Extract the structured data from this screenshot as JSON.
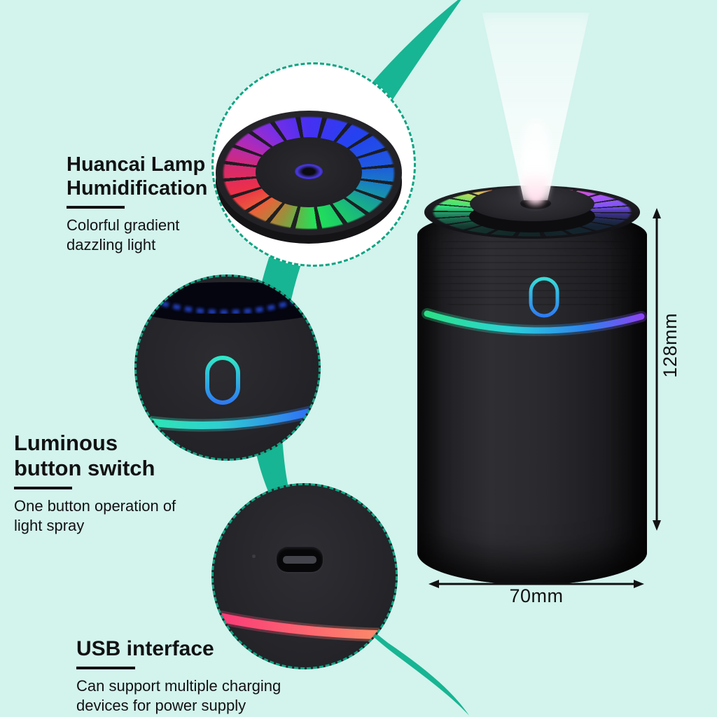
{
  "background": {
    "color": "#d3f3ed",
    "swoosh_color": "#17b593",
    "dashed_circle_color": "#0fa583"
  },
  "callouts": [
    {
      "title": "Huancai Lamp\nHumidification",
      "description": "Colorful gradient\ndazzling light"
    },
    {
      "title": "Luminous\nbutton switch",
      "description": "One button operation of\nlight spray"
    },
    {
      "title": "USB interface",
      "description": "Can support multiple charging\ndevices for power supply"
    }
  ],
  "dimensions": {
    "height_label": "128mm",
    "width_label": "70mm"
  },
  "colors": {
    "text": "#121212",
    "product_body": "#232327",
    "button_glow_top": "#38dcd8",
    "button_glow_bottom": "#2f7bf2",
    "body_light_band": [
      "#2be087",
      "#2bd3d8",
      "#2f80f0",
      "#8a45f2"
    ],
    "inset_button_band": [
      "#2fe8b0",
      "#2fd0d0",
      "#2f6af8"
    ],
    "usb_light_band": [
      "#fb3a78",
      "#fc9068"
    ],
    "rgb_ring_top_view": [
      "#ee3048",
      "#d42a6e",
      "#b42ab4",
      "#7c2ee4",
      "#4630f2",
      "#2442f0",
      "#1e58e0",
      "#1880c0",
      "#18a890",
      "#1cc86c",
      "#22e258",
      "#96923c",
      "#e8643a"
    ],
    "rgb_ring_main": [
      "#2fe89e",
      "#72df62",
      "#c2d95a",
      "#f0935e",
      "#f86a70",
      "#f85f86",
      "#ee4fc0",
      "#a655f6",
      "#7b55f4"
    ]
  }
}
